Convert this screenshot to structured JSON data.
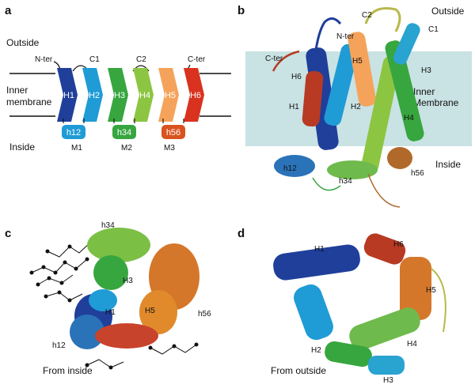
{
  "panels": {
    "a": {
      "letter": "a",
      "outside": "Outside",
      "inner_membrane_1": "Inner",
      "inner_membrane_2": "membrane",
      "inside": "Inside",
      "n_ter": "N-ter",
      "c_ter": "C-ter",
      "loops_top": [
        "C1",
        "C2"
      ],
      "helices": [
        "H1",
        "H2",
        "H3",
        "H4",
        "H5",
        "H6"
      ],
      "helix_colors": [
        "#1f3f9a",
        "#1f9bd6",
        "#37a63f",
        "#8cc541",
        "#f5a35b",
        "#d9321f"
      ],
      "inner_helices": [
        "h12",
        "h34",
        "h56"
      ],
      "inner_helix_colors": [
        "#1f9bd6",
        "#37a63f",
        "#d9531f"
      ],
      "motifs": [
        "M1",
        "M2",
        "M3"
      ]
    },
    "b": {
      "letter": "b",
      "outside": "Outside",
      "inner_1": "Inner",
      "inner_2": "Membrane",
      "inside": "Inside",
      "labels": [
        "C2",
        "N-ter",
        "C1",
        "C-ter",
        "H5",
        "H3",
        "H6",
        "H1",
        "H2",
        "H4",
        "h12",
        "h34",
        "h56"
      ],
      "membrane_color": "#c9e2e3"
    },
    "c": {
      "letter": "c",
      "caption": "From inside",
      "labels": [
        "h34",
        "H3",
        "H1",
        "H5",
        "h56",
        "h12"
      ]
    },
    "d": {
      "letter": "d",
      "caption": "From outside",
      "labels": [
        "H1",
        "H6",
        "H5",
        "H2",
        "H4",
        "H3"
      ]
    }
  }
}
